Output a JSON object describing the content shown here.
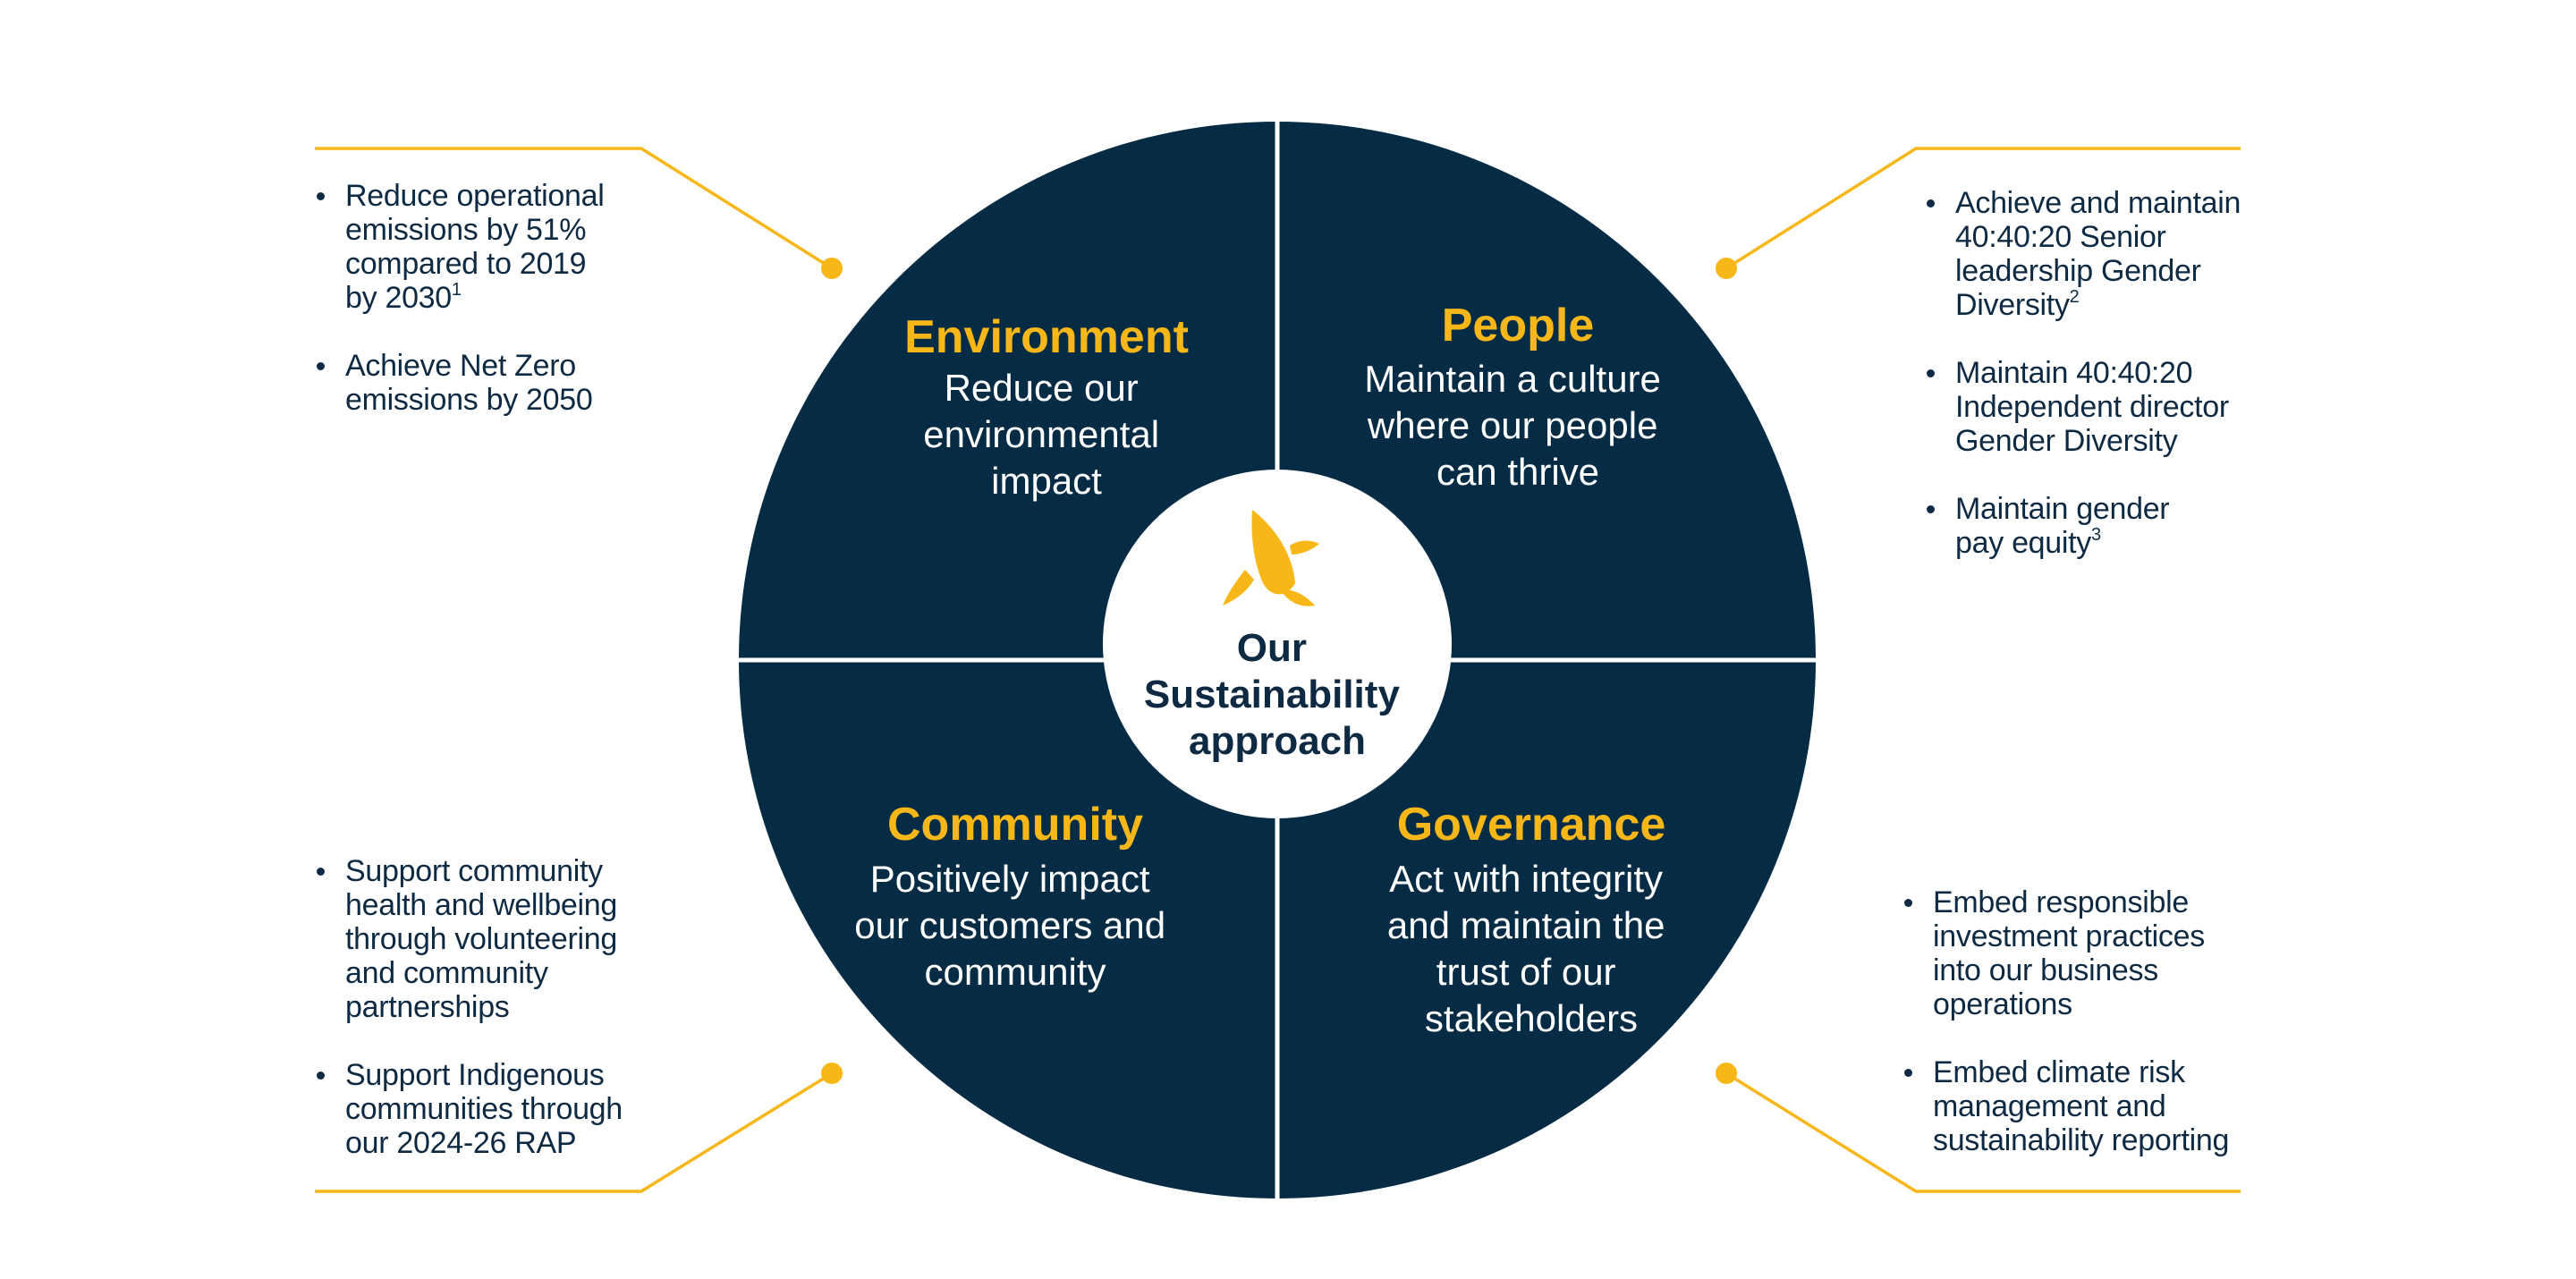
{
  "colors": {
    "navy": "#052c44",
    "accent": "#f7b718",
    "text": "#0e2a42",
    "divider": "#ffffff",
    "background": "#ffffff"
  },
  "center": {
    "icon": "butterfly-logo-icon",
    "title_lines": [
      "Our",
      "Sustainability",
      "approach"
    ]
  },
  "quadrants": {
    "environment": {
      "title": "Environment",
      "body_lines": [
        "Reduce our",
        "environmental",
        "impact"
      ],
      "notes": [
        {
          "lines": [
            "Reduce operational",
            "emissions by 51%",
            "compared to 2019",
            "by 2030"
          ],
          "sup": "1"
        },
        {
          "lines": [
            "Achieve Net Zero",
            "emissions by 2050"
          ],
          "sup": ""
        }
      ]
    },
    "people": {
      "title": "People",
      "body_lines": [
        "Maintain a culture",
        "where our people",
        "can thrive"
      ],
      "notes": [
        {
          "lines": [
            "Achieve and maintain",
            "40:40:20 Senior",
            "leadership Gender",
            "Diversity"
          ],
          "sup": "2"
        },
        {
          "lines": [
            "Maintain 40:40:20",
            "Independent director",
            "Gender Diversity"
          ],
          "sup": ""
        },
        {
          "lines": [
            "Maintain gender",
            "pay equity"
          ],
          "sup": "3"
        }
      ]
    },
    "community": {
      "title": "Community",
      "body_lines": [
        "Positively impact",
        "our customers and",
        "community"
      ],
      "notes": [
        {
          "lines": [
            "Support community",
            "health and wellbeing",
            "through volunteering",
            "and community",
            "partnerships"
          ],
          "sup": ""
        },
        {
          "lines": [
            "Support Indigenous",
            "communities through",
            "our 2024-26 RAP"
          ],
          "sup": ""
        }
      ]
    },
    "governance": {
      "title": "Governance",
      "body_lines": [
        "Act with integrity",
        "and maintain the",
        "trust of our",
        "stakeholders"
      ],
      "notes": [
        {
          "lines": [
            "Embed responsible",
            "investment practices",
            "into our business",
            "operations"
          ],
          "sup": ""
        },
        {
          "lines": [
            "Embed climate risk",
            "management and",
            "sustainability reporting"
          ],
          "sup": ""
        }
      ]
    }
  }
}
